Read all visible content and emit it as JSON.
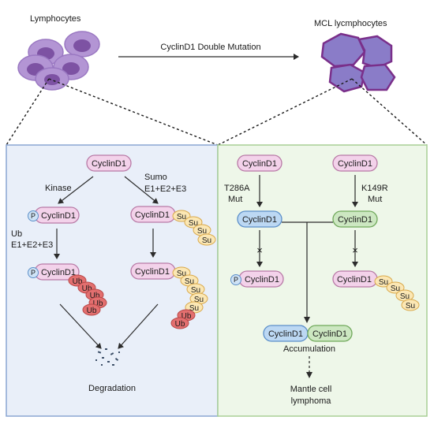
{
  "header": {
    "left_cells_label": "Lymphocytes",
    "right_cells_label": "MCL lycmphocytes",
    "transition_label": "CyclinD1 Double Mutation"
  },
  "left_panel": {
    "top_protein": "CyclinD1",
    "kinase_label": "Kinase",
    "sumo_label_1": "Sumo",
    "sumo_label_2": "E1+E2+E3",
    "phospho_protein": "CyclinD1",
    "p_label": "P",
    "sumo_protein": "CyclinD1",
    "su_label": "Su",
    "ub_label_1": "Ub",
    "ub_label_2": "E1+E2+E3",
    "ub_protein": "CyclinD1",
    "ub_tag": "Ub",
    "sumo_chain_protein": "CyclinD1",
    "degradation_label": "Degradation"
  },
  "right_panel": {
    "left_top_protein": "CyclinD1",
    "right_top_protein": "CyclinD1",
    "t286a_1": "T286A",
    "t286a_2": "Mut",
    "k149r_1": "K149R",
    "k149r_2": "Mut",
    "blue_protein": "CyclinD1",
    "green_protein": "CyclinD1",
    "block_mark": "×",
    "phospho_protein": "CyclinD1",
    "p_label": "P",
    "sumo_protein": "CyclinD1",
    "su_label": "Su",
    "acc_blue": "CyclinD1",
    "acc_green": "CyclinD1",
    "accumulation_label": "Accumulation",
    "outcome_1": "Mantle cell",
    "outcome_2": "lymphoma"
  },
  "colors": {
    "left_panel_bg": "#e9eff9",
    "left_panel_border": "#8aa6d3",
    "right_panel_bg": "#eef7e9",
    "right_panel_border": "#a8cf95",
    "protein_pink": "#f3d2ea",
    "protein_pink_border": "#b87aa6",
    "protein_blue": "#bcd8f3",
    "protein_blue_border": "#5b8fc9",
    "protein_green": "#cce7c1",
    "protein_green_border": "#6fa85a",
    "sumo_yellow": "#fbe7b4",
    "sumo_border": "#d9a84a",
    "ub_red": "#e36f6f",
    "ub_border": "#b84848",
    "phospho_fill": "#cfe3f6",
    "cell_purple": "#9a6fc0",
    "cell_nucleus": "#7a4d9f",
    "mcl_cell": "#8c7ec6",
    "mcl_border": "#7c3d8c"
  }
}
